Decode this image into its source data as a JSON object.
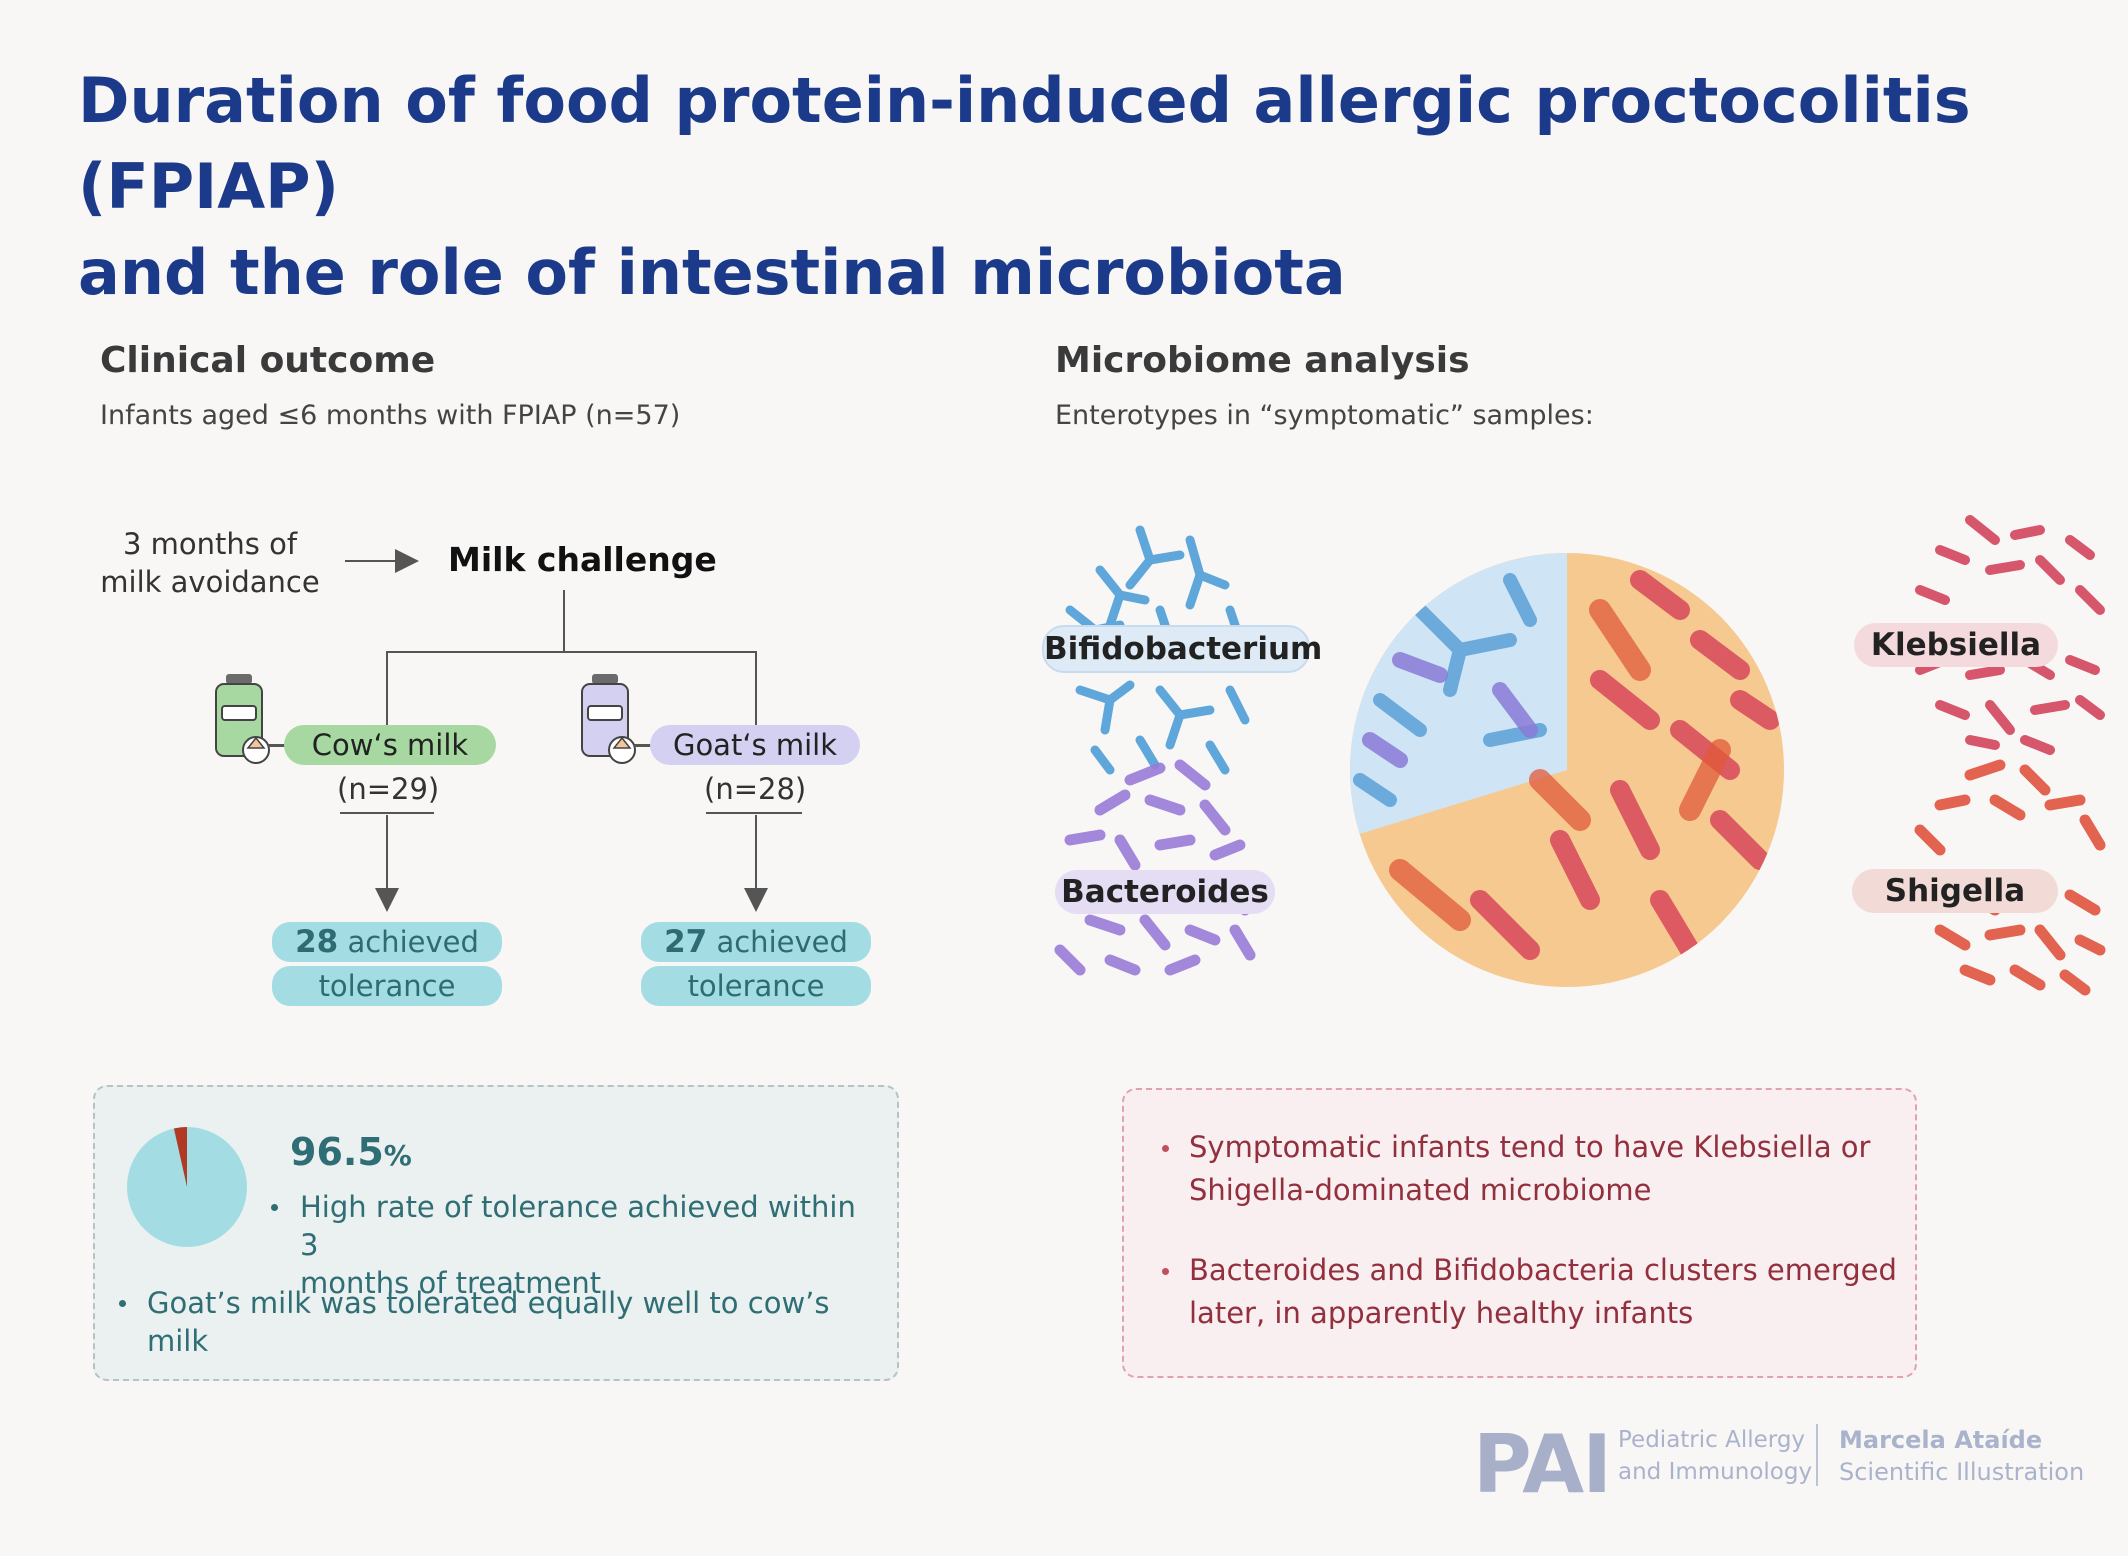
{
  "title_line1": "Duration of food protein-induced allergic proctocolitis (FPIAP)",
  "title_line2": "and the role of intestinal microbiota",
  "clinical": {
    "heading": "Clinical outcome",
    "subheading": "Infants aged ≤6 months with FPIAP (n=57)",
    "avoidance_line1": "3 months of",
    "avoidance_line2": "milk avoidance",
    "challenge": "Milk challenge",
    "cow": {
      "label": "Cow‘s milk",
      "n": "(n=29)",
      "achieved_num": "28",
      "achieved_word": "achieved",
      "tolerance": "tolerance"
    },
    "goat": {
      "label": "Goat‘s milk",
      "n": "(n=28)",
      "achieved_num": "27",
      "achieved_word": "achieved",
      "tolerance": "tolerance"
    },
    "summary": {
      "percent": "96.5",
      "percent_sign": "%",
      "pie_fraction": 0.965,
      "bullet1": "High rate of tolerance achieved within 3",
      "bullet1b": "months of treatment",
      "bullet2": "Goat’s milk was tolerated equally well to cow’s milk"
    }
  },
  "microbiome": {
    "heading": "Microbiome analysis",
    "subheading": "Enterotypes in “symptomatic” samples:",
    "bifido": "Bifidobacterium",
    "bacteroides": "Bacteroides",
    "klebsiella": "Klebsiella",
    "shigella": "Shigella",
    "bullet1a": "Symptomatic infants tend to have Klebsiella or",
    "bullet1b": "Shigella-dominated microbiome",
    "bullet2a": "Bacteroides and Bifidobacteria clusters emerged",
    "bullet2b": "later, in apparently healthy infants"
  },
  "footer": {
    "logo": "PAI",
    "journal1": "Pediatric Allergy",
    "journal2": "and Immunology",
    "author": "Marcela Ataíde",
    "role": "Scientific Illustration"
  },
  "colors": {
    "title_blue": "#1b3a8a",
    "teal": "#a3dde3",
    "cow_green": "#a8d8a2",
    "goat_lavender": "#d3d0f2",
    "red_text": "#93303e"
  }
}
